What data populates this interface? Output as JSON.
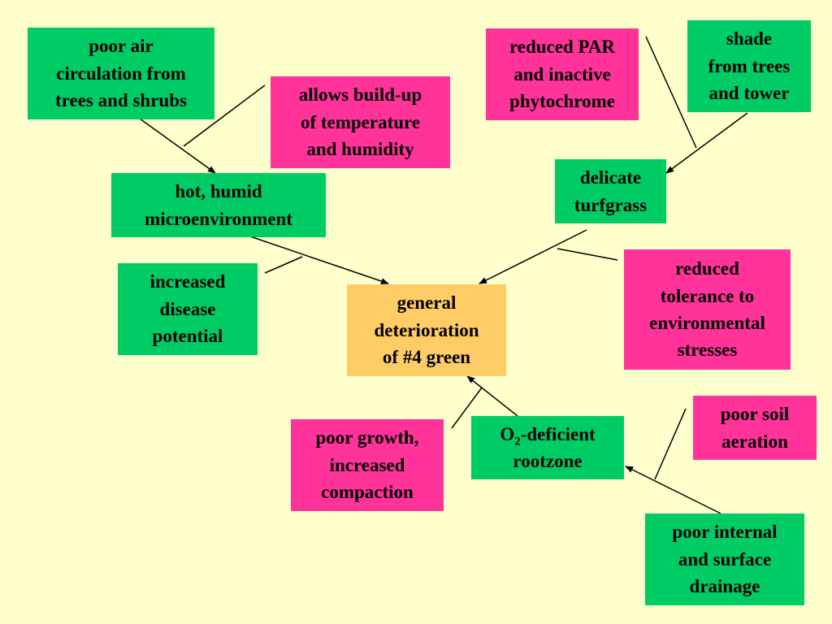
{
  "colors": {
    "background": "#ffffcc",
    "cause_box": "#00cc66",
    "effect_box": "#ff3399",
    "result_box": "#ffcc66",
    "line": "#000000"
  },
  "nodes": {
    "poor_air": "poor air\ncirculation from\ntrees and shrubs",
    "buildup": "allows build-up\nof temperature\nand humidity",
    "hot_humid": "hot, humid\nmicroenvironment",
    "disease": "increased\ndisease\npotential",
    "general": "general\ndeterioration\nof #4 green",
    "reduced_par": "reduced PAR\nand inactive\nphytochrome",
    "shade": "shade\nfrom trees\nand tower",
    "delicate": "delicate\nturfgrass",
    "tolerance": "reduced\ntolerance to\nenvironmental\nstresses",
    "poor_growth": "poor growth,\nincreased\ncompaction",
    "o2_prefix": "O",
    "o2_sub": "2",
    "o2_suffix": "-deficient",
    "o2_line2": "rootzone",
    "soil": "poor soil\naeration",
    "drainage": "poor internal\nand surface\ndrainage"
  }
}
